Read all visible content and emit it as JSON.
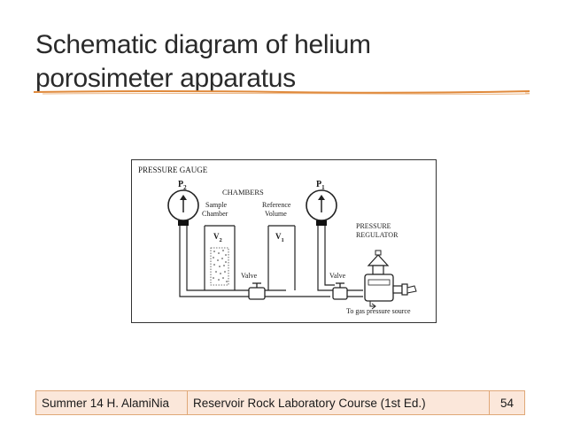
{
  "slide": {
    "title_line1": "Schematic diagram of helium",
    "title_line2": "porosimeter apparatus",
    "accent_color": "#e08a3c"
  },
  "diagram": {
    "pressure_gauge": "PRESSURE GAUGE",
    "p2_letter": "P",
    "p2_sub": "2",
    "p1_letter": "P",
    "p1_sub": "1",
    "chambers": "CHAMBERS",
    "sample_l1": "Sample",
    "sample_l2": "Chamber",
    "reference_l1": "Reference",
    "reference_l2": "Volume",
    "v2_letter": "V",
    "v2_sub": "2",
    "v1_letter": "V",
    "v1_sub": "1",
    "pressure_l1": "PRESSURE",
    "pressure_l2": "REGULATOR",
    "valve_left": "Valve",
    "valve_right": "Valve",
    "gas_source": "To gas pressure source"
  },
  "footer": {
    "course_author": "Summer 14 H. AlamiNia",
    "course_title": "Reservoir Rock Laboratory Course (1st Ed.)",
    "page_number": "54"
  }
}
